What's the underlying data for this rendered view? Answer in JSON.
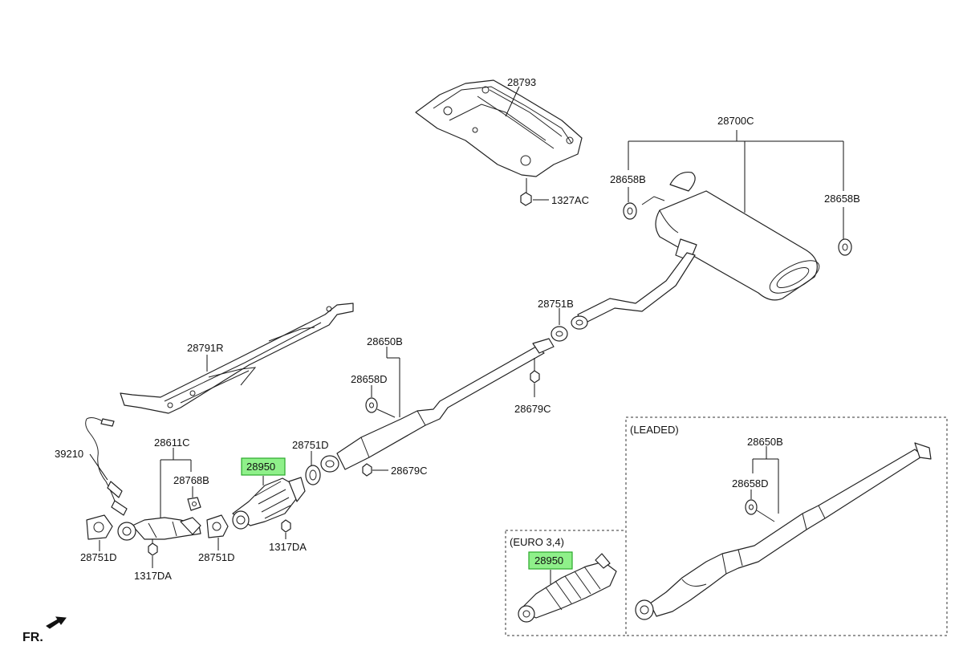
{
  "labels": {
    "heat_protector_floor": "28793",
    "muffler_assy": "28700C",
    "hanger_left": "28658B",
    "hanger_right": "28658B",
    "nut_1327ac": "1327AC",
    "heat_protector_r": "28791R",
    "gasket_28751b": "28751B",
    "center_pipe": "28650B",
    "hanger_28658d": "28658D",
    "nut_28679c_top": "28679C",
    "gasket_28751d_mid": "28751D",
    "cat_conv_main": "28950",
    "nut_28679c_low": "28679C",
    "nut_1317da_mid": "1317DA",
    "manifold_cat": "28611C",
    "bracket_28768b": "28768B",
    "oxygen_sensor": "39210",
    "gasket_28751d_left": "28751D",
    "nut_1317da_left": "1317DA",
    "gasket_28751d_right": "28751D",
    "leaded_title": "(LEADED)",
    "leaded_center_pipe": "28650B",
    "leaded_hanger": "28658D",
    "euro_title": "(EURO 3,4)",
    "euro_cat_conv": "28950",
    "front_indicator": "FR."
  },
  "colors": {
    "highlight_fill": "#8ff08a",
    "highlight_border": "#2aa82a",
    "line": "#222222"
  }
}
